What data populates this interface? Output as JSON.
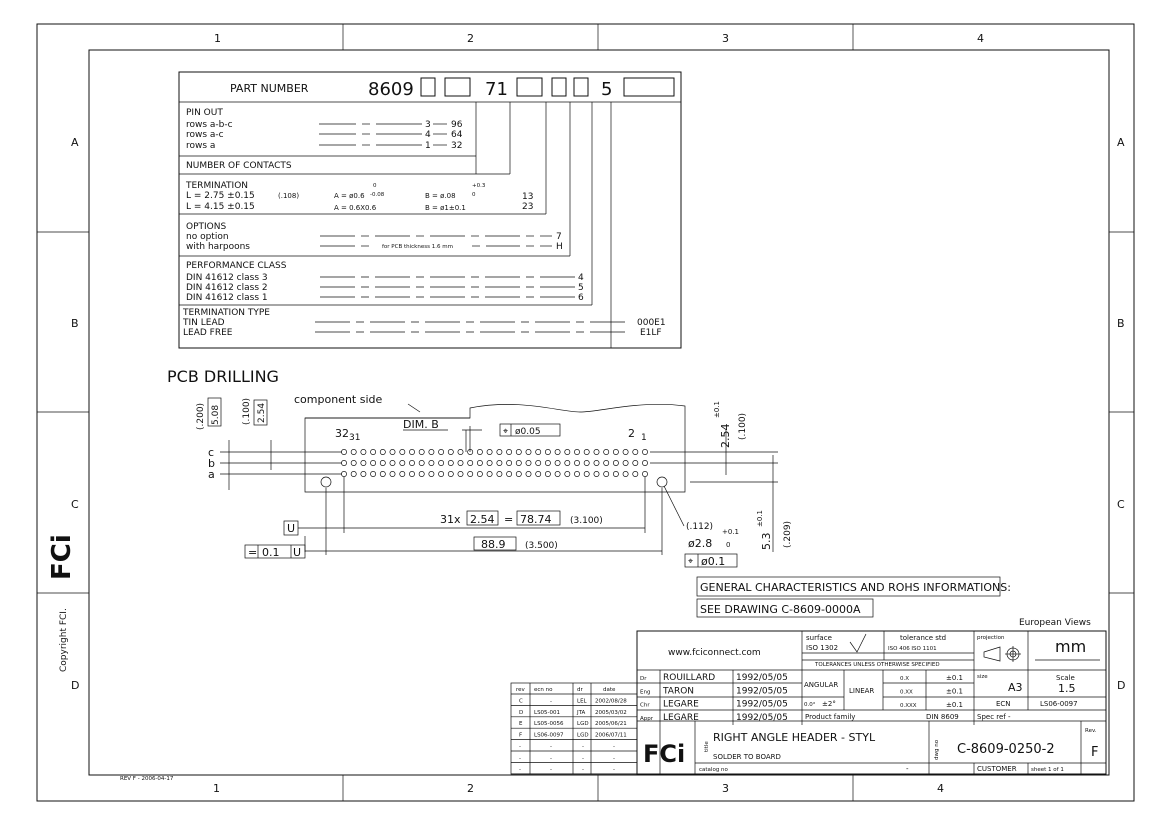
{
  "frame": {
    "columns": [
      "1",
      "2",
      "3",
      "4"
    ],
    "bottom_columns": [
      "1",
      "2",
      "3",
      "4"
    ],
    "rows": [
      "A",
      "B",
      "C",
      "D"
    ],
    "copyright": "Copyright FCI.",
    "rev_stamp": "REV F - 2006-04-17"
  },
  "part_number": {
    "label": "PART NUMBER",
    "prefix": "8609",
    "mid": "71",
    "suffix": "5",
    "pin_out_title": "PIN OUT",
    "pin_out": [
      {
        "label": "rows a-b-c",
        "code": "3",
        "value": "96"
      },
      {
        "label": "rows a-c",
        "code": "4",
        "value": "64"
      },
      {
        "label": "rows a",
        "code": "1",
        "value": "32"
      }
    ],
    "contacts_title": "NUMBER OF CONTACTS",
    "termination_title": "TERMINATION",
    "termination": [
      {
        "label": "L = 2.75 ±0.15",
        "extra": "(.108)",
        "a": "A = ø0.6",
        "a_tol_up": "0",
        "a_tol_dn": "-0.08",
        "b": "B = ø.08",
        "b_tol_up": "+0.3",
        "b_tol_dn": "0",
        "code": "13"
      },
      {
        "label": "L = 4.15 ±0.15",
        "extra": "",
        "a": "A = 0.6X0.6",
        "a_tol_up": "",
        "a_tol_dn": "",
        "b": "B = ø1±0.1",
        "b_tol_up": "",
        "b_tol_dn": "",
        "code": "23"
      }
    ],
    "options_title": "OPTIONS",
    "options": [
      {
        "label": "no option",
        "note": "",
        "code": "7"
      },
      {
        "label": "with harpoons",
        "note": "for PCB thickness 1.6 mm",
        "code": "H"
      }
    ],
    "performance_title": "PERFORMANCE CLASS",
    "performance": [
      {
        "label": "DIN 41612 class 3",
        "code": "4"
      },
      {
        "label": "DIN 41612 class 2",
        "code": "5"
      },
      {
        "label": "DIN 41612 class 1",
        "code": "6"
      }
    ],
    "termination_type_title": "TERMINATION TYPE",
    "termination_type": [
      {
        "label": "TIN LEAD",
        "code": "000E1"
      },
      {
        "label": "LEAD FREE",
        "code": "E1LF"
      }
    ]
  },
  "drilling": {
    "title": "PCB DRILLING",
    "component_side": "component side",
    "dim_b": "DIM. B",
    "pos_tol": "ø0.05",
    "pin_32": "32",
    "pin_31": "31",
    "pin_2": "2",
    "pin_1": "1",
    "row_labels": [
      "c",
      "b",
      "a"
    ],
    "dim_200": "(.200)",
    "dim_508": "5.08",
    "dim_100": "(.100)",
    "dim_254": "2.54",
    "dim_right_254": "2.54",
    "dim_right_254_tol": "±0.1",
    "dim_right_100": "(.100)",
    "pitch_count": "31x",
    "pitch": "2.54",
    "eq": "=",
    "pitch_total": "78.74",
    "pitch_total_in": "(3.100)",
    "datum_u": "U",
    "flatness_sym": "=",
    "flatness_val": "0.1",
    "flatness_ref": "U",
    "overall": "88.9",
    "overall_in": "(3.500)",
    "hole_in": "(.112)",
    "hole_dia": "ø2.8",
    "hole_tol_up": "+0.1",
    "hole_tol_dn": "0",
    "hole_pos": "ø0.1",
    "dim_53": "5.3",
    "dim_53_tol": "±0.1",
    "dim_209": "(.209)"
  },
  "notes": {
    "line1": "GENERAL CHARACTERISTICS AND ROHS INFORMATIONS:",
    "line2": "SEE DRAWING C-8609-0000A"
  },
  "revisions": {
    "headers": [
      "rev",
      "ecn no",
      "dr",
      "date"
    ],
    "rows": [
      [
        "C",
        "-",
        "LEL",
        "2002/08/28"
      ],
      [
        "D",
        "LS05-001",
        "JTA",
        "2005/03/02"
      ],
      [
        "E",
        "LS05-0056",
        "LGD",
        "2005/06/21"
      ],
      [
        "F",
        "LS06-0097",
        "LGD",
        "2006/07/11"
      ],
      [
        "-",
        "-",
        "-",
        "-"
      ],
      [
        "-",
        "-",
        "-",
        "-"
      ],
      [
        "-",
        "-",
        "-",
        "-"
      ]
    ]
  },
  "title_block": {
    "european_views": "European Views",
    "website": "www.fciconnect.com",
    "surface_label": "surface",
    "surface_std": "ISO 1302",
    "tol_std_label": "tolerance std",
    "tol_std": "ISO 406  ISO 1101",
    "tol_note": "TOLERANCES UNLESS OTHERWISE SPECIFIED",
    "projection_label": "projection",
    "units": "mm",
    "people": [
      {
        "role": "Dr",
        "name": "ROUILLARD",
        "date": "1992/05/05"
      },
      {
        "role": "Eng",
        "name": "TARON",
        "date": "1992/05/05"
      },
      {
        "role": "Chr",
        "name": "LEGARE",
        "date": "1992/05/05"
      },
      {
        "role": "Appr",
        "name": "LEGARE",
        "date": "1992/05/05"
      }
    ],
    "angular": "ANGULAR",
    "angular_tol": "±2°",
    "angular_prefix": "0.0°",
    "linear": "LINEAR",
    "lin_rows": [
      {
        "fmt": "0.X",
        "tol": "±0.1"
      },
      {
        "fmt": "0.XX",
        "tol": "±0.1"
      },
      {
        "fmt": "0.XXX",
        "tol": "±0.1"
      }
    ],
    "size_label": "size",
    "size": "A3",
    "scale_label": "Scale",
    "scale": "1.5",
    "ecn_label": "ECN",
    "ecn": "LS06-0097",
    "product_family_label": "Product family",
    "product_family": "DIN 8609",
    "spec_ref": "Spec ref  -",
    "title_label": "title",
    "title1": "RIGHT ANGLE HEADER - STYL",
    "title2": "SOLDER TO BOARD",
    "dwg_label": "dwg no",
    "dwg_no": "C-8609-0250-2",
    "rev_label": "Rev.",
    "rev": "F",
    "catalog_label": "catalog no",
    "catalog": "-",
    "customer": "CUSTOMER",
    "sheet": "sheet  1  of  1"
  },
  "logo_text": "FCi"
}
